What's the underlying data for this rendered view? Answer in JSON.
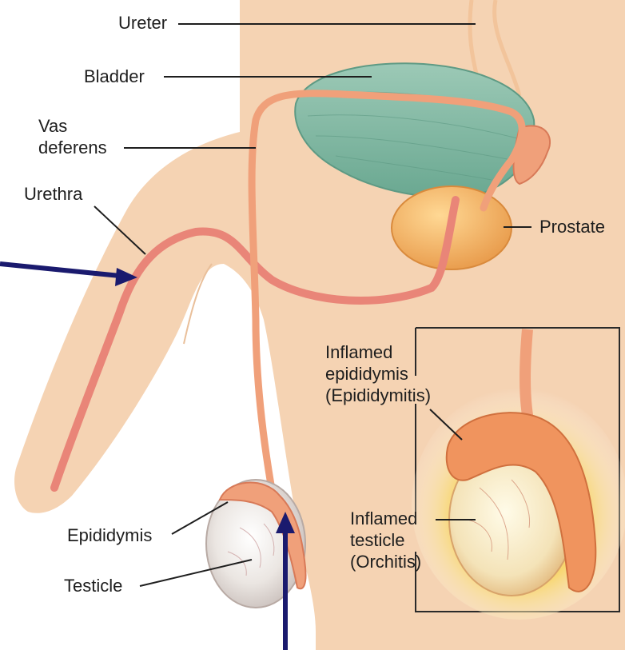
{
  "labels": {
    "ureter": "Ureter",
    "bladder": "Bladder",
    "vas_deferens_line1": "Vas",
    "vas_deferens_line2": "deferens",
    "urethra": "Urethra",
    "prostate": "Prostate",
    "epididymis": "Epididymis",
    "testicle": "Testicle",
    "inflamed_epididymis_line1": "Inflamed",
    "inflamed_epididymis_line2": "epididymis",
    "inflamed_epididymis_line3": "(Epididymitis)",
    "inflamed_testicle_line1": "Inflamed",
    "inflamed_testicle_line2": "testicle",
    "inflamed_testicle_line3": "(Orchitis)"
  },
  "colors": {
    "skin": "#f5d3b3",
    "bladder": "#7fb7a2",
    "duct": "#f0a080",
    "urethra": "#e98578",
    "prostate": "#f2b060",
    "testicle": "#ece8e5",
    "arrow": "#1a1a6e",
    "inflamed_glow": "#f6d36a"
  }
}
